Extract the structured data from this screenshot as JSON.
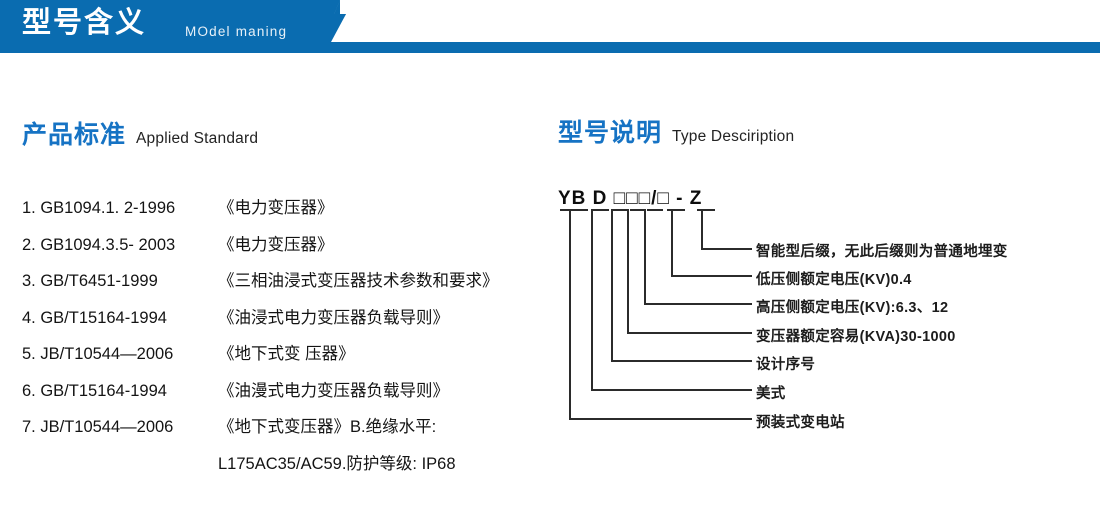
{
  "banner": {
    "title": "型号含义",
    "subtitle": "MOdel maning",
    "brand_color": "#0a6cb0"
  },
  "sections": {
    "left": {
      "heading_cn": "产品标准",
      "heading_en": "Applied Standard",
      "accent_color": "#1673c4"
    },
    "right": {
      "heading_cn": "型号说明",
      "heading_en": "Type Desciription",
      "accent_color": "#1673c4"
    }
  },
  "standards": [
    {
      "code": "1. GB1094.1. 2-1996",
      "name": "《电力变压器》"
    },
    {
      "code": "2. GB1094.3.5- 2003",
      "name": "《电力变压器》"
    },
    {
      "code": "3. GB/T6451-1999",
      "name": "《三相油浸式变压器技术参数和要求》"
    },
    {
      "code": "4. GB/T15164-1994",
      "name": "《油浸式电力变压器负载导则》"
    },
    {
      "code": "5. JB/T10544—2006",
      "name": "《地下式变 压器》"
    },
    {
      "code": "6. GB/T15164-1994",
      "name": "《油漫式电力变压器负载导则》"
    },
    {
      "code": "7. JB/T10544—2006",
      "name": "《地下式变压器》B.绝缘水平:"
    },
    {
      "code": "",
      "name": "L175AC35/AC59.防护等级: IP68",
      "continuation": true
    }
  ],
  "model_code": {
    "text": "YB D □□□/□ - Z",
    "parts": [
      "YB",
      "D",
      "□",
      "□",
      "□",
      "/",
      "□",
      "-",
      "Z"
    ]
  },
  "model_labels": [
    {
      "text": "智能型后缀，无此后缀则为普通地埋变"
    },
    {
      "text": "低压侧额定电压(KV)0.4"
    },
    {
      "text": "高压侧额定电压(KV):6.3、12"
    },
    {
      "text": "变压器额定容易(KVA)30-1000"
    },
    {
      "text": "设计序号"
    },
    {
      "text": "美式"
    },
    {
      "text": "预装式变电站"
    }
  ]
}
